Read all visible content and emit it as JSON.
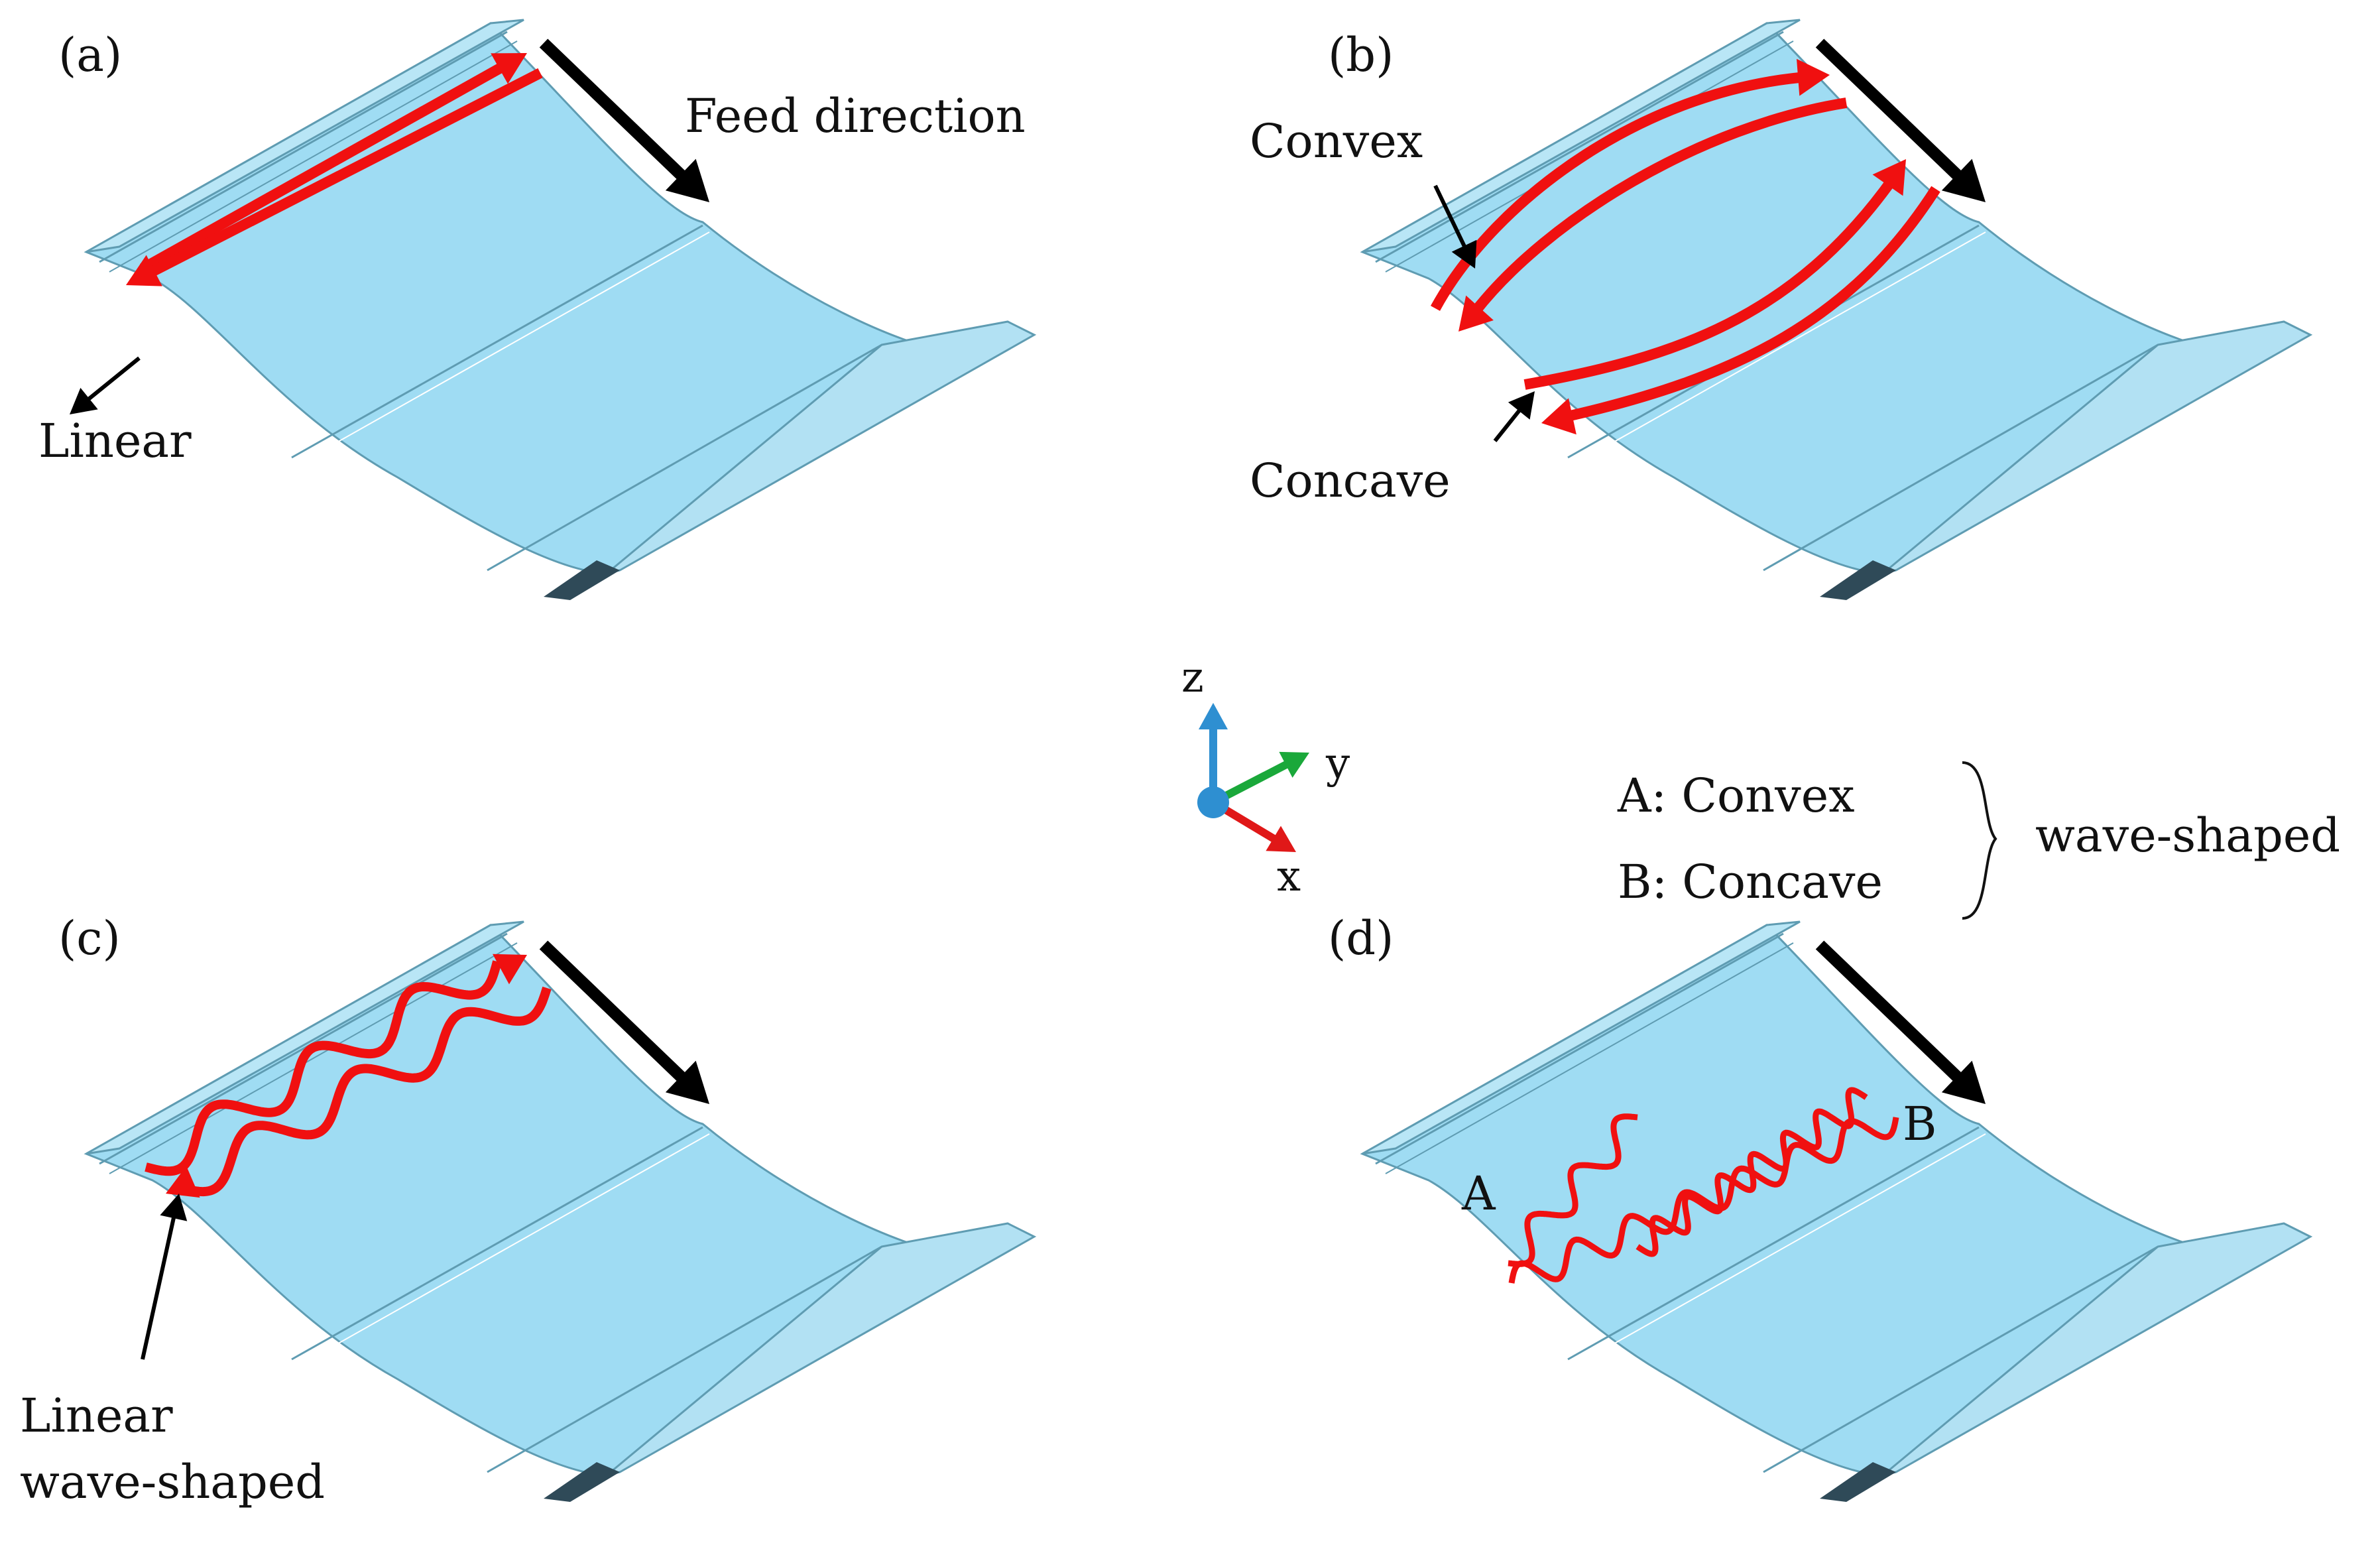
{
  "colors": {
    "sheet": "#9fdcf3",
    "sheet_edge": "#5f9cb2",
    "sheet_shadow": "#2f4a58",
    "path": "#f01010",
    "arrow": "#000000",
    "axis_z": "#2e8fd1",
    "axis_y": "#1aa83a",
    "axis_x": "#e01818",
    "origin": "#2e8fd1"
  },
  "panels": {
    "a": {
      "tag": "(a)",
      "feed_label": "Feed direction",
      "path_label": "Linear"
    },
    "b": {
      "tag": "(b)",
      "convex_label": "Convex",
      "concave_label": "Concave"
    },
    "c": {
      "tag": "(c)",
      "path_label_line1": "Linear",
      "path_label_line2": "wave-shaped"
    },
    "d": {
      "tag": "(d)",
      "marker_a": "A",
      "marker_b": "B"
    }
  },
  "axes": {
    "z": "z",
    "y": "y",
    "x": "x"
  },
  "legend": {
    "item_a": "A: Convex",
    "item_b": "B: Concave",
    "group": "wave-shaped"
  }
}
